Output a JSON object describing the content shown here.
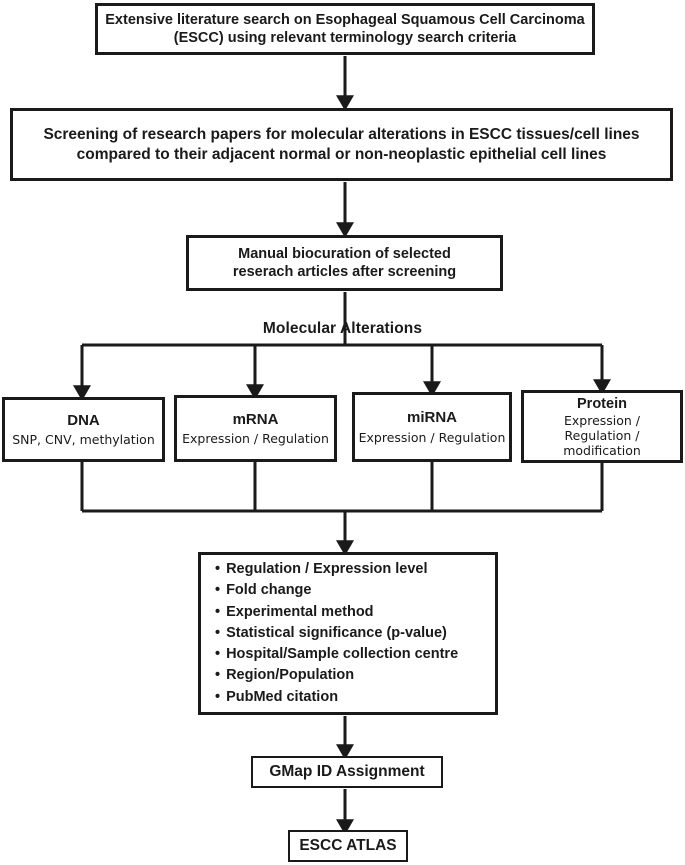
{
  "diagram": {
    "title_flow": "ESCC Atlas curation workflow",
    "nodes": {
      "literature_search": "Extensive literature search on Esophageal Squamous Cell Carcinoma (ESCC) using relevant terminology search criteria",
      "literature_search_line1": "Extensive literature search on Esophageal Squamous Cell Carcinoma",
      "literature_search_line2": "(ESCC) using relevant terminology search criteria",
      "screening_line1": "Screening of research papers for molecular alterations in ESCC tissues/cell lines",
      "screening_line2": "compared to their adjacent normal or non-neoplastic epithelial cell lines",
      "biocuration_line1": "Manual biocuration of selected",
      "biocuration_line2": "reserach articles after screening",
      "molecular_alterations_label": "Molecular Alterations",
      "gmap_assignment": "GMap ID Assignment",
      "escc_atlas": "ESCC ATLAS"
    },
    "categories": [
      {
        "title": "DNA",
        "subtitle": "SNP, CNV, methylation"
      },
      {
        "title": "mRNA",
        "subtitle": "Expression / Regulation"
      },
      {
        "title": "miRNA",
        "subtitle": "Expression / Regulation"
      },
      {
        "title": "Protein",
        "subtitle_line1": "Expression /",
        "subtitle_line2": "Regulation / modification"
      }
    ],
    "attributes": [
      "Regulation / Expression level",
      "Fold change",
      "Experimental method",
      "Statistical significance (p-value)",
      "Hospital/Sample collection centre",
      "Region/Population",
      "PubMed citation"
    ],
    "colors": {
      "stroke": "#1a1a1a",
      "background": "#ffffff",
      "text": "#1a1a1a"
    }
  }
}
